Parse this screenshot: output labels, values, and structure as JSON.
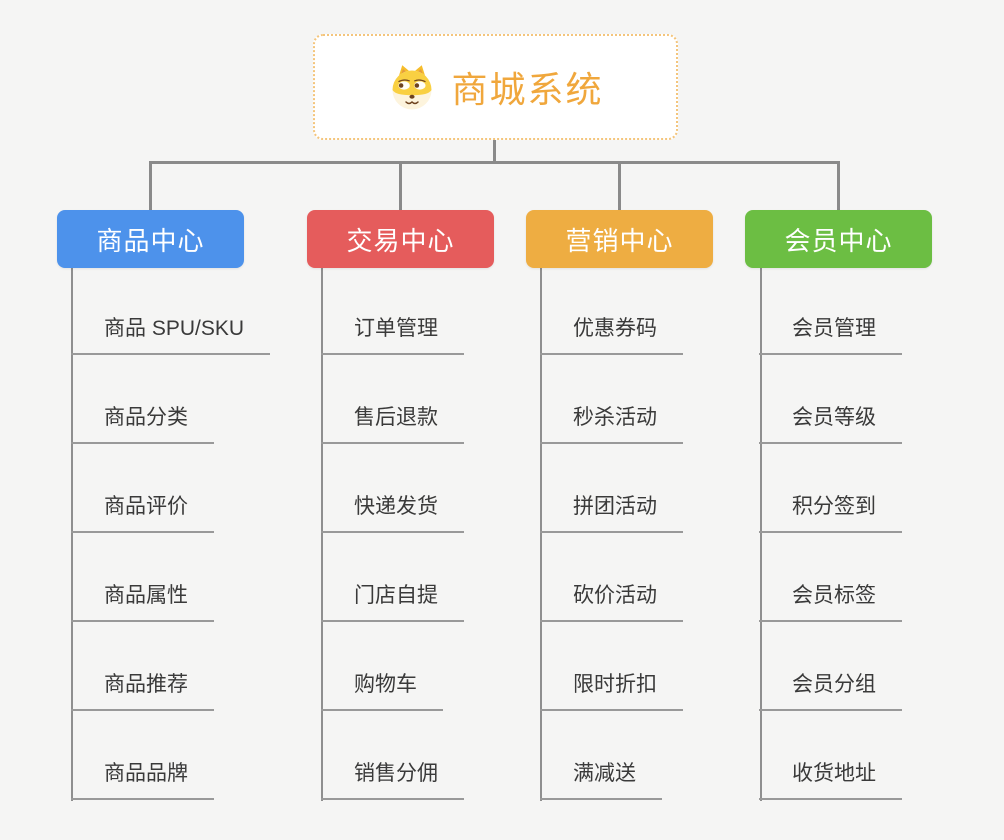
{
  "root": {
    "title": "商城系统",
    "icon": "dog-face-icon"
  },
  "branches": [
    {
      "label": "商品中心",
      "color": "#4d92eb",
      "items": [
        "商品 SPU/SKU",
        "商品分类",
        "商品评价",
        "商品属性",
        "商品推荐",
        "商品品牌"
      ]
    },
    {
      "label": "交易中心",
      "color": "#e55c5c",
      "items": [
        "订单管理",
        "售后退款",
        "快递发货",
        "门店自提",
        "购物车",
        "销售分佣"
      ]
    },
    {
      "label": "营销中心",
      "color": "#eead42",
      "items": [
        "优惠券码",
        "秒杀活动",
        "拼团活动",
        "砍价活动",
        "限时折扣",
        "满减送"
      ]
    },
    {
      "label": "会员中心",
      "color": "#6cbe43",
      "items": [
        "会员管理",
        "会员等级",
        "积分签到",
        "会员标签",
        "会员分组",
        "收货地址"
      ]
    }
  ],
  "colors": {
    "background": "#f5f5f4",
    "root_title": "#f0a73c",
    "root_border": "#f4c57c",
    "connector": "#8a8a8a",
    "leaf_underline": "#999999",
    "leaf_text": "#3a3a3a"
  }
}
